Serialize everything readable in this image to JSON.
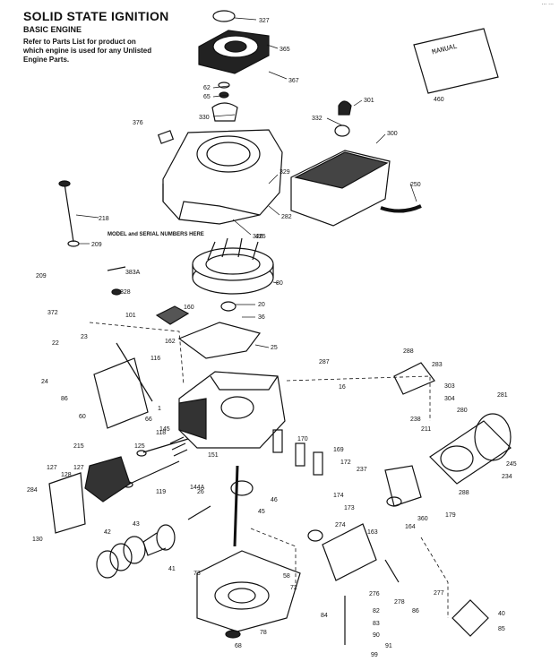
{
  "header": {
    "title": "SOLID STATE IGNITION",
    "subtitle": "BASIC ENGINE",
    "note": "Refer to Parts List for product on which engine is used for any Unlisted Engine Parts.",
    "corner": "... ..."
  },
  "manual_label": "MANUAL",
  "model_note": "MODEL and SERIAL NUMBERS HERE",
  "callouts": [
    {
      "id": "c327",
      "text": "327"
    },
    {
      "id": "c365",
      "text": "365"
    },
    {
      "id": "c367",
      "text": "367"
    },
    {
      "id": "c460",
      "text": "460"
    },
    {
      "id": "c62",
      "text": "62"
    },
    {
      "id": "c65",
      "text": "65"
    },
    {
      "id": "c330",
      "text": "330"
    },
    {
      "id": "c376",
      "text": "376"
    },
    {
      "id": "c301",
      "text": "301"
    },
    {
      "id": "c332",
      "text": "332"
    },
    {
      "id": "c300",
      "text": "300"
    },
    {
      "id": "c250",
      "text": "250"
    },
    {
      "id": "c329",
      "text": "329"
    },
    {
      "id": "c282",
      "text": "282"
    },
    {
      "id": "c326",
      "text": "326"
    },
    {
      "id": "c218",
      "text": "218"
    },
    {
      "id": "c209",
      "text": "209"
    },
    {
      "id": "c425",
      "text": "425"
    },
    {
      "id": "c209b",
      "text": "209"
    },
    {
      "id": "c328",
      "text": "328"
    },
    {
      "id": "c383a",
      "text": "383A"
    },
    {
      "id": "c80",
      "text": "80"
    },
    {
      "id": "c372",
      "text": "372"
    },
    {
      "id": "c101",
      "text": "101"
    },
    {
      "id": "c160",
      "text": "160"
    },
    {
      "id": "c162",
      "text": "162"
    },
    {
      "id": "c20",
      "text": "20"
    },
    {
      "id": "c36",
      "text": "36"
    },
    {
      "id": "c25",
      "text": "25"
    },
    {
      "id": "c22",
      "text": "22"
    },
    {
      "id": "c23",
      "text": "23"
    },
    {
      "id": "c24",
      "text": "24"
    },
    {
      "id": "c116",
      "text": "116"
    },
    {
      "id": "c86",
      "text": "86"
    },
    {
      "id": "c60",
      "text": "60"
    },
    {
      "id": "c66",
      "text": "66"
    },
    {
      "id": "c1",
      "text": "1"
    },
    {
      "id": "c287",
      "text": "287"
    },
    {
      "id": "c16",
      "text": "16"
    },
    {
      "id": "c288",
      "text": "288"
    },
    {
      "id": "c283",
      "text": "283"
    },
    {
      "id": "c303",
      "text": "303"
    },
    {
      "id": "c304",
      "text": "304"
    },
    {
      "id": "c281",
      "text": "281"
    },
    {
      "id": "c280",
      "text": "280"
    },
    {
      "id": "c211",
      "text": "211"
    },
    {
      "id": "c238",
      "text": "238"
    },
    {
      "id": "c245",
      "text": "245"
    },
    {
      "id": "c234",
      "text": "234"
    },
    {
      "id": "c125",
      "text": "125"
    },
    {
      "id": "c118",
      "text": "118"
    },
    {
      "id": "c151",
      "text": "151"
    },
    {
      "id": "c145",
      "text": "145"
    },
    {
      "id": "c170",
      "text": "170"
    },
    {
      "id": "c169",
      "text": "169"
    },
    {
      "id": "c172",
      "text": "172"
    },
    {
      "id": "c237",
      "text": "237"
    },
    {
      "id": "c215",
      "text": "215"
    },
    {
      "id": "c127",
      "text": "127"
    },
    {
      "id": "c128",
      "text": "128"
    },
    {
      "id": "c127b",
      "text": "127"
    },
    {
      "id": "c284",
      "text": "284"
    },
    {
      "id": "c130",
      "text": "130"
    },
    {
      "id": "c144a",
      "text": "144A"
    },
    {
      "id": "c119",
      "text": "119"
    },
    {
      "id": "c26",
      "text": "26"
    },
    {
      "id": "c45",
      "text": "45"
    },
    {
      "id": "c46",
      "text": "46"
    },
    {
      "id": "c174",
      "text": "174"
    },
    {
      "id": "c173",
      "text": "173"
    },
    {
      "id": "c274",
      "text": "274"
    },
    {
      "id": "c163",
      "text": "163"
    },
    {
      "id": "c164",
      "text": "164"
    },
    {
      "id": "c360",
      "text": "360"
    },
    {
      "id": "c179",
      "text": "179"
    },
    {
      "id": "c288b",
      "text": "288"
    },
    {
      "id": "c43",
      "text": "43"
    },
    {
      "id": "c41",
      "text": "41"
    },
    {
      "id": "c42",
      "text": "42"
    },
    {
      "id": "c73",
      "text": "73"
    },
    {
      "id": "c58",
      "text": "58"
    },
    {
      "id": "c72",
      "text": "72"
    },
    {
      "id": "c276",
      "text": "276"
    },
    {
      "id": "c278",
      "text": "278"
    },
    {
      "id": "c277",
      "text": "277"
    },
    {
      "id": "c84",
      "text": "84"
    },
    {
      "id": "c82",
      "text": "82"
    },
    {
      "id": "c83",
      "text": "83"
    },
    {
      "id": "c90",
      "text": "90"
    },
    {
      "id": "c91",
      "text": "91"
    },
    {
      "id": "c99",
      "text": "99"
    },
    {
      "id": "c78",
      "text": "78"
    },
    {
      "id": "c68",
      "text": "68"
    },
    {
      "id": "c40",
      "text": "40"
    },
    {
      "id": "c86b",
      "text": "86"
    },
    {
      "id": "c85",
      "text": "85"
    }
  ]
}
